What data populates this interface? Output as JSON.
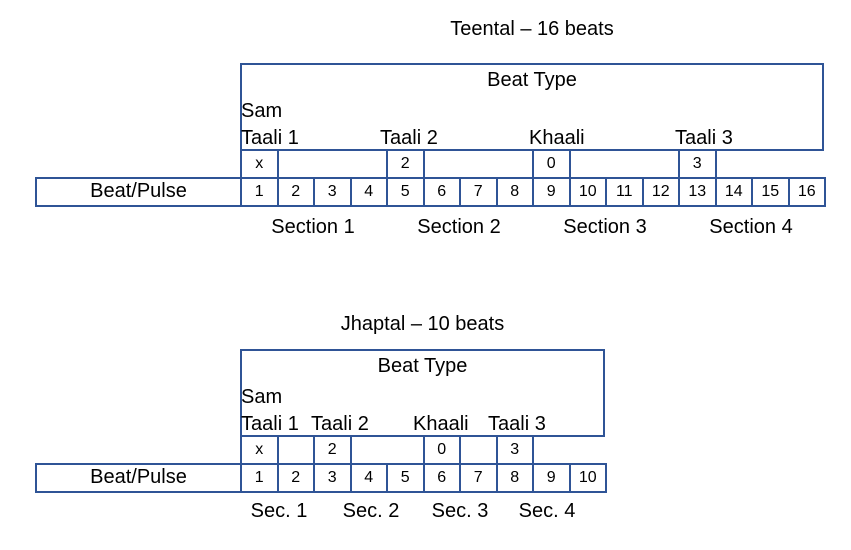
{
  "colors": {
    "line": "#2F5496",
    "text": "#000000",
    "background": "#FFFFFF"
  },
  "teental": {
    "title": "Teental – 16 beats",
    "beat_type_label": "Beat Type",
    "sam_label": "Sam",
    "taali_labels": [
      "Taali 1",
      "Taali 2",
      "Khaali",
      "Taali 3"
    ],
    "markers": [
      "x",
      "2",
      "0",
      "3"
    ],
    "beat_pulse_label": "Beat/Pulse",
    "beats": [
      "1",
      "2",
      "3",
      "4",
      "5",
      "6",
      "7",
      "8",
      "9",
      "10",
      "11",
      "12",
      "13",
      "14",
      "15",
      "16"
    ],
    "sections": [
      "Section 1",
      "Section 2",
      "Section 3",
      "Section 4"
    ]
  },
  "jhaptal": {
    "title": "Jhaptal – 10 beats",
    "beat_type_label": "Beat Type",
    "sam_label": "Sam",
    "taali_labels": [
      "Taali 1",
      "Taali 2",
      "Khaali",
      "Taali 3"
    ],
    "markers": [
      "x",
      "2",
      "0",
      "3"
    ],
    "beat_pulse_label": "Beat/Pulse",
    "beats": [
      "1",
      "2",
      "3",
      "4",
      "5",
      "6",
      "7",
      "8",
      "9",
      "10"
    ],
    "sections": [
      "Sec. 1",
      "Sec. 2",
      "Sec. 3",
      "Sec. 4"
    ]
  }
}
